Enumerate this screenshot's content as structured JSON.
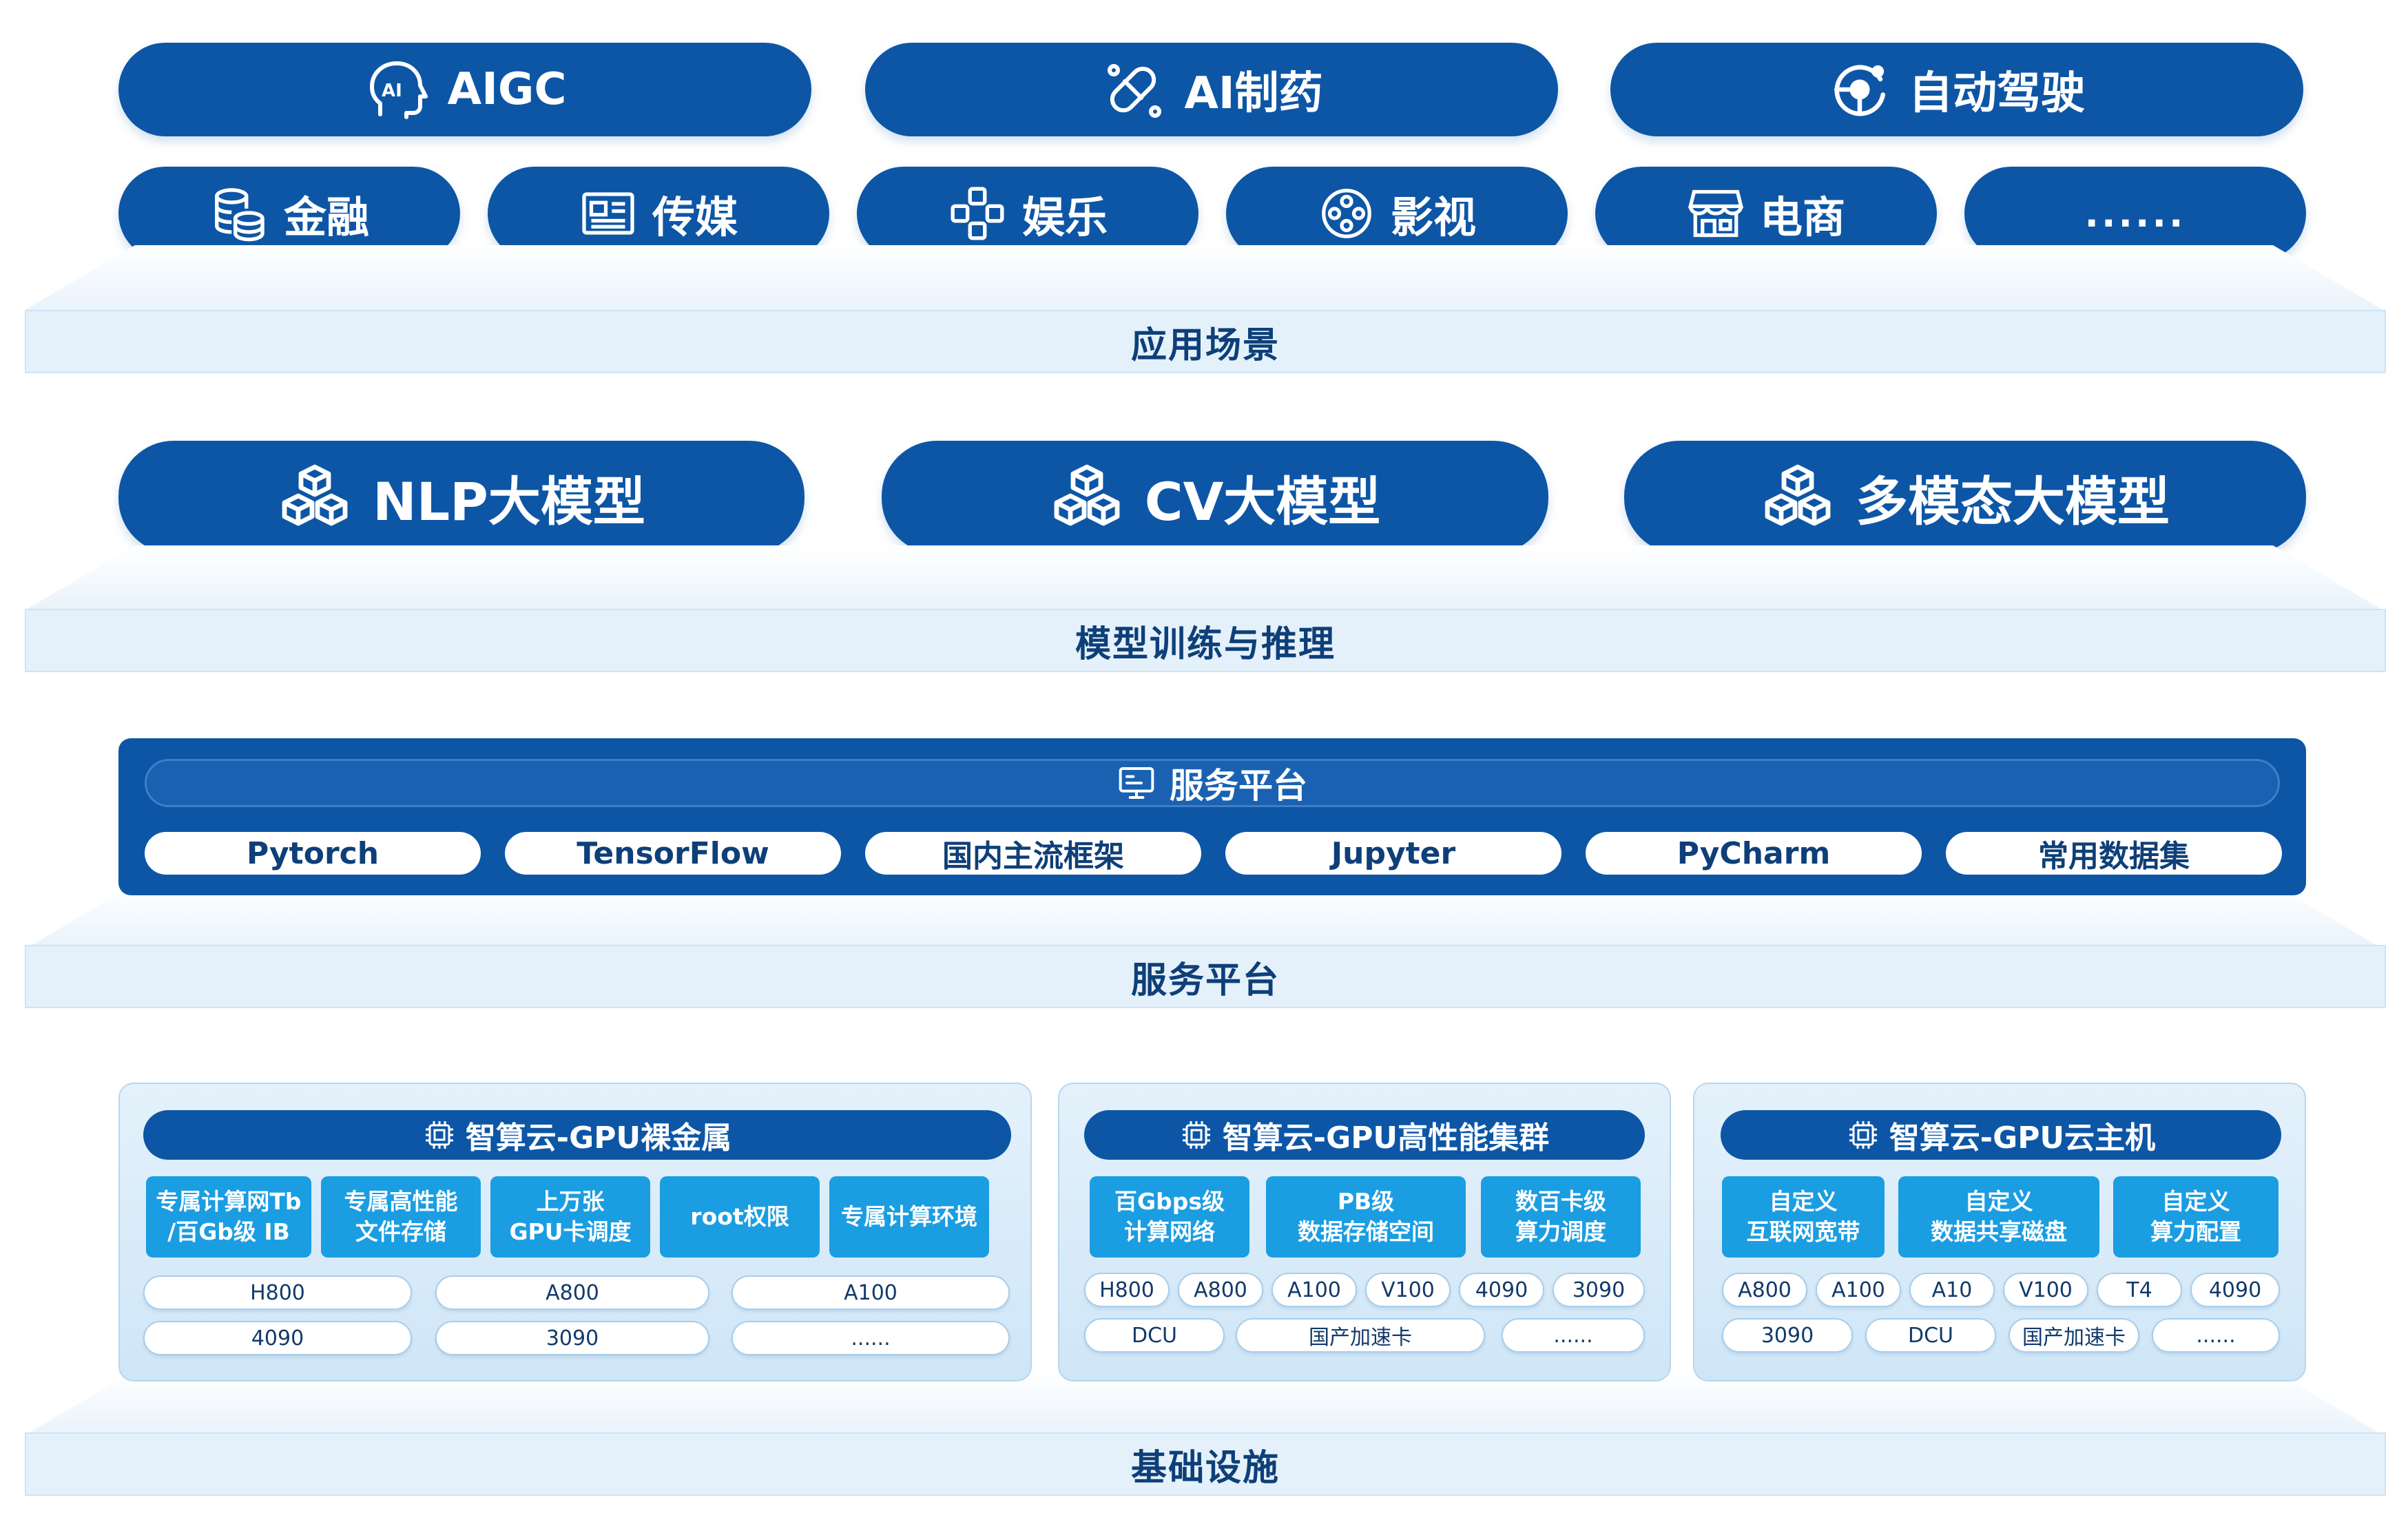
{
  "application_scenarios": {
    "top_row": [
      {
        "label": "AIGC",
        "icon": "ai-head-icon"
      },
      {
        "label": "AI制药",
        "icon": "pill-icon"
      },
      {
        "label": "自动驾驶",
        "icon": "steering-icon"
      }
    ],
    "second_row": [
      {
        "label": "金融",
        "icon": "coin-stack-icon"
      },
      {
        "label": "传媒",
        "icon": "newspaper-icon"
      },
      {
        "label": "娱乐",
        "icon": "gamepad-icon"
      },
      {
        "label": "影视",
        "icon": "film-reel-icon"
      },
      {
        "label": "电商",
        "icon": "storefront-icon"
      },
      {
        "label": "......",
        "icon": ""
      }
    ],
    "layer_label": "应用场景"
  },
  "model_training": {
    "models": [
      {
        "label": "NLP大模型",
        "icon": "cubes-icon"
      },
      {
        "label": "CV大模型",
        "icon": "cubes-icon"
      },
      {
        "label": "多模态大模型",
        "icon": "cubes-icon"
      }
    ],
    "layer_label": "模型训练与推理"
  },
  "service_platform": {
    "header": "服务平台",
    "items": [
      "Pytorch",
      "TensorFlow",
      "国内主流框架",
      "Jupyter",
      "PyCharm",
      "常用数据集"
    ],
    "layer_label": "服务平台"
  },
  "infrastructure": {
    "layer_label": "基础设施",
    "panels": [
      {
        "title": "智算云-GPU裸金属",
        "features": [
          [
            "专属计算网Tb",
            "/百Gb级 IB"
          ],
          [
            "专属高性能",
            "文件存储"
          ],
          [
            "上万张",
            "GPU卡调度"
          ],
          [
            "root权限"
          ],
          [
            "专属计算环境"
          ]
        ],
        "gpu_rows": [
          [
            "H800",
            "A800",
            "A100"
          ],
          [
            "4090",
            "3090",
            "......"
          ]
        ]
      },
      {
        "title": "智算云-GPU高性能集群",
        "features": [
          [
            "百Gbps级",
            "计算网络"
          ],
          [
            "PB级",
            "数据存储空间"
          ],
          [
            "数百卡级",
            "算力调度"
          ]
        ],
        "gpu_rows": [
          [
            "H800",
            "A800",
            "A100",
            "V100",
            "4090",
            "3090"
          ],
          [
            "DCU",
            "国产加速卡",
            "......"
          ]
        ]
      },
      {
        "title": "智算云-GPU云主机",
        "features": [
          [
            "自定义",
            "互联网宽带"
          ],
          [
            "自定义",
            "数据共享磁盘"
          ],
          [
            "自定义",
            "算力配置"
          ]
        ],
        "gpu_rows": [
          [
            "A800",
            "A100",
            "A10",
            "V100",
            "T4",
            "4090"
          ],
          [
            "3090",
            "DCU",
            "国产加速卡",
            "......"
          ]
        ]
      }
    ]
  },
  "colors": {
    "primary": "#0d56a6",
    "feature": "#1b9de2",
    "platform": "#e4f1fb",
    "label_text": "#0e3f78"
  }
}
